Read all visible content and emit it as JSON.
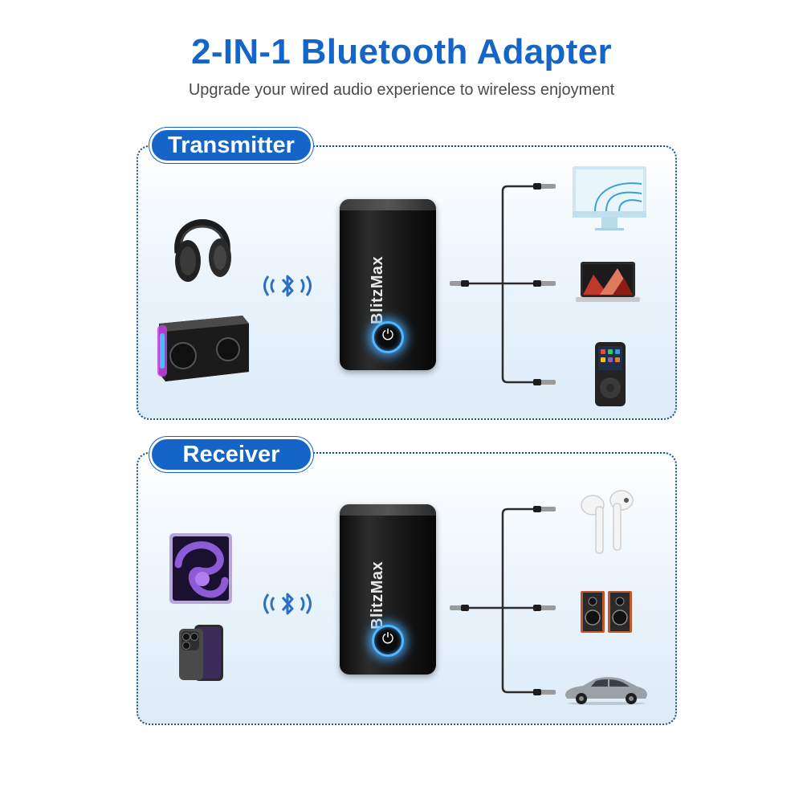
{
  "header": {
    "title": "2-IN-1 Bluetooth Adapter",
    "subtitle": "Upgrade your wired audio experience to wireless enjoyment"
  },
  "transmitter": {
    "label": "Transmitter",
    "device_brand": "BlitzMax",
    "left_devices": [
      "headphones",
      "bluetooth-speaker"
    ],
    "right_devices": [
      "desktop-monitor",
      "laptop",
      "mp3-player"
    ]
  },
  "receiver": {
    "label": "Receiver",
    "device_brand": "BlitzMax",
    "left_devices": [
      "tablet",
      "smartphone"
    ],
    "right_devices": [
      "earbuds",
      "bookshelf-speakers",
      "car"
    ]
  },
  "icons": {
    "bluetooth": "bluetooth-icon",
    "power": "power-icon"
  },
  "colors": {
    "accent": "#1565c8",
    "panel_border": "#1f4f86",
    "power_glow": "#4fb7ff"
  }
}
